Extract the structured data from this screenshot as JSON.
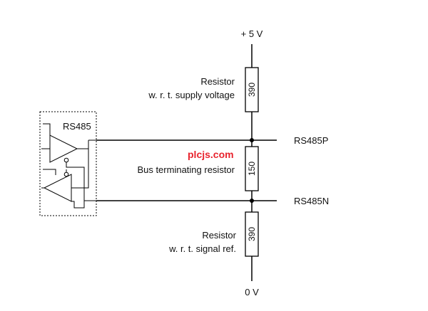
{
  "supply": {
    "top_label": "+ 5 V",
    "bottom_label": "0 V"
  },
  "driver_block": {
    "label": "RS485"
  },
  "lines": {
    "p_label": "RS485P",
    "n_label": "RS485N"
  },
  "resistors": [
    {
      "value": "390",
      "caption": [
        "Resistor",
        "w. r. t. supply voltage"
      ]
    },
    {
      "value": "150",
      "caption": [
        "Bus terminating resistor"
      ]
    },
    {
      "value": "390",
      "caption": [
        "Resistor",
        "w. r. t. signal ref."
      ]
    }
  ],
  "watermark": {
    "text": "plcjs.com",
    "color": "#e8232d"
  }
}
